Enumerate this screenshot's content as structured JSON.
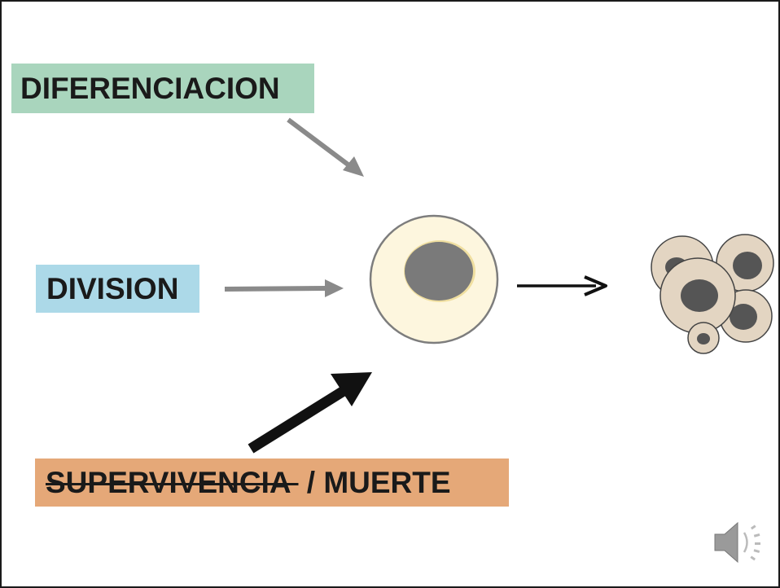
{
  "labels": {
    "differentiation": "DIFERENCIACION",
    "division": "DIVISION",
    "survival": "SUPERVIVENCIA ",
    "survival_separator": " / ",
    "death": "MUERTE"
  },
  "colors": {
    "differentiation_box": "#a9d5bd",
    "division_box": "#acd9e8",
    "survival_box": "#e5a878",
    "cell_body": "#fdf6de",
    "cell_nucleus": "#7a7a7a",
    "cluster_cell": "#e3d5c2",
    "gray_arrow": "#8a8a8a",
    "black_arrow": "#111111"
  },
  "icons": {
    "audio": "speaker-icon"
  }
}
